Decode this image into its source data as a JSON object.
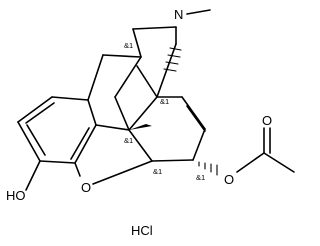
{
  "atoms": {
    "nitrogen": "N",
    "ring_oxygen": "O",
    "ester_oxygen": "O",
    "carbonyl_oxygen": "O",
    "hydroxyl": "HO"
  },
  "stereo_labels": {
    "c9": "&1",
    "c14": "&1",
    "c13": "&1",
    "c5": "&1",
    "c6": "&1"
  },
  "salt": "HCl"
}
